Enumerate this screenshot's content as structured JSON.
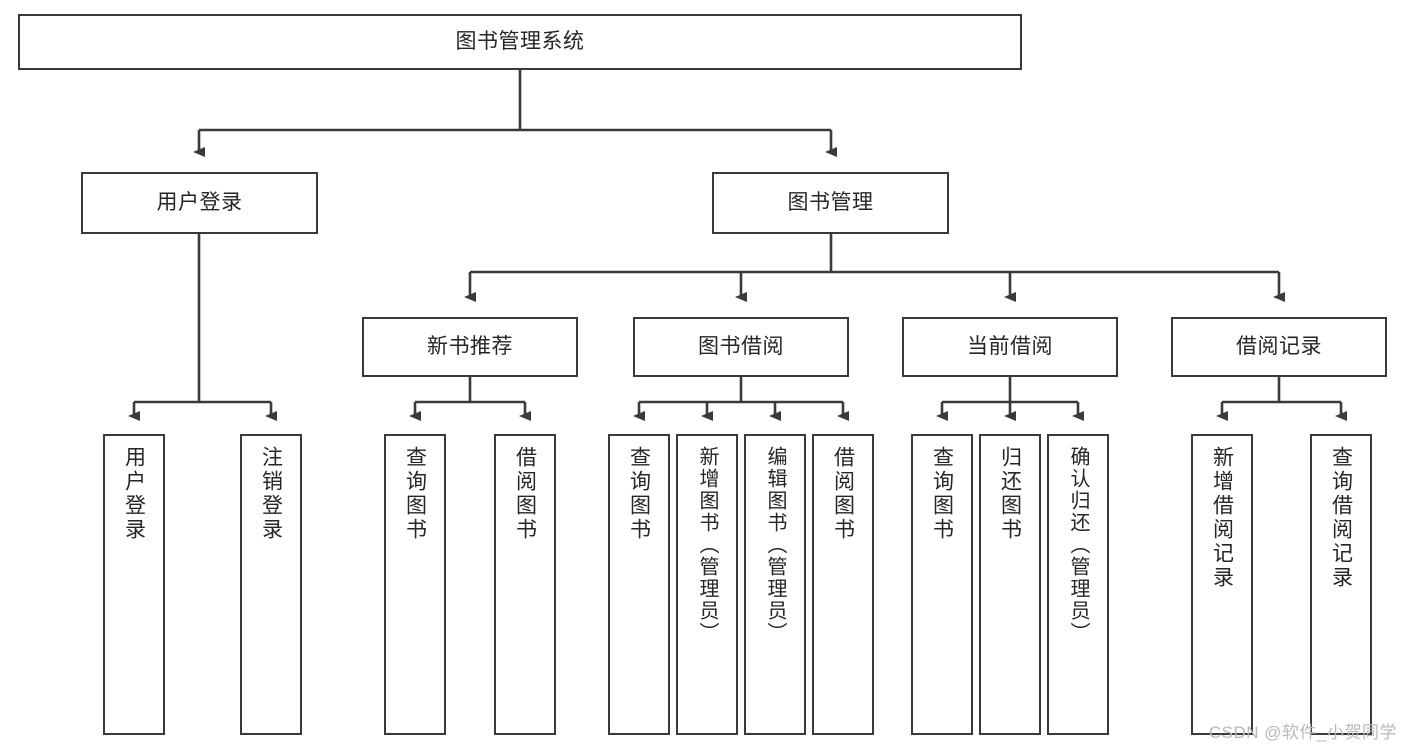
{
  "diagram": {
    "title": "图书管理系统",
    "type": "tree-hierarchy-chart",
    "root": {
      "label": "图书管理系统"
    },
    "level2": [
      {
        "label": "用户登录"
      },
      {
        "label": "图书管理"
      }
    ],
    "level3": [
      {
        "label": "新书推荐"
      },
      {
        "label": "图书借阅"
      },
      {
        "label": "当前借阅"
      },
      {
        "label": "借阅记录"
      }
    ],
    "leaves": {
      "user_login": [
        {
          "label": "用户登录"
        },
        {
          "label": "注销登录"
        }
      ],
      "new_book_recommend": [
        {
          "label": "查询图书"
        },
        {
          "label": "借阅图书"
        }
      ],
      "book_borrow": [
        {
          "label": "查询图书"
        },
        {
          "label": "新增图书（管理员）"
        },
        {
          "label": "编辑图书（管理员）"
        },
        {
          "label": "借阅图书"
        }
      ],
      "current_borrow": [
        {
          "label": "查询图书"
        },
        {
          "label": "归还图书"
        },
        {
          "label": "确认归还（管理员）"
        }
      ],
      "borrow_records": [
        {
          "label": "新增借阅记录"
        },
        {
          "label": "查询借阅记录"
        }
      ]
    }
  },
  "watermark": {
    "text": "CSDN @软件_小贺同学"
  },
  "colors": {
    "border": "#3a3a3a",
    "text": "#262626",
    "background": "#ffffff",
    "watermark": "#b9b9b9"
  }
}
